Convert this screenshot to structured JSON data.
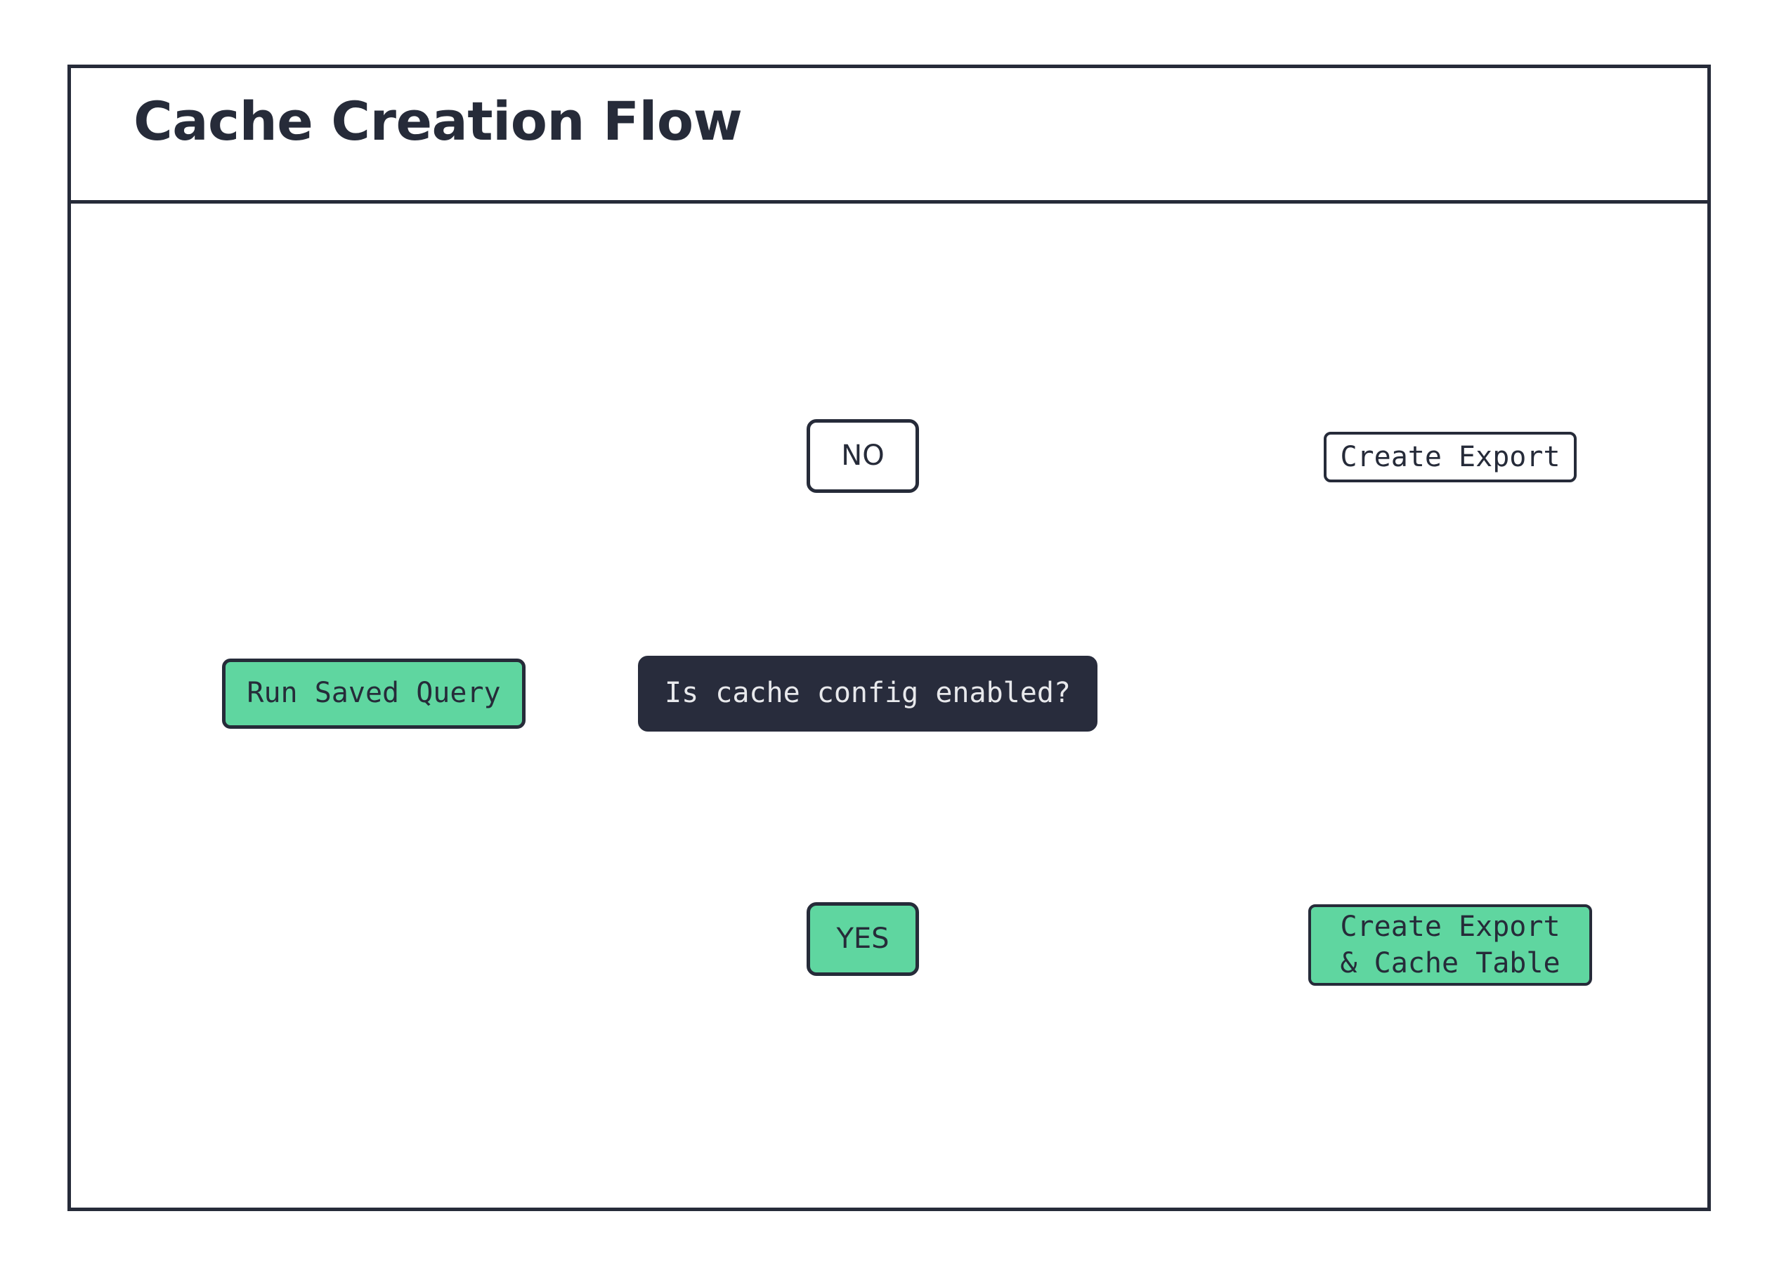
{
  "diagram": {
    "title": "Cache Creation Flow",
    "type": "flowchart",
    "colors": {
      "accent_green": "#5fd6a0",
      "dark_navy": "#282c3c",
      "stroke": "#262b39",
      "background": "#ffffff"
    },
    "nodes": [
      {
        "id": "start",
        "label": "Run Saved Query",
        "shape": "rounded-rect",
        "fill": "#5fd6a0",
        "text_color": "#262b39"
      },
      {
        "id": "decision",
        "label": "Is cache config enabled?",
        "shape": "rounded-rect",
        "fill": "#282c3c",
        "text_color": "#e8e9ec"
      },
      {
        "id": "branch_no",
        "label": "NO",
        "shape": "rounded-rect",
        "fill": "#ffffff",
        "text_color": "#262b39"
      },
      {
        "id": "branch_yes",
        "label": "YES",
        "shape": "rounded-rect",
        "fill": "#5fd6a0",
        "text_color": "#262b39"
      },
      {
        "id": "db_top",
        "label": "Create Export",
        "shape": "cylinder",
        "fill": "#ffffff",
        "text_color": "#262b39"
      },
      {
        "id": "db_bottom",
        "label": "Create Export\n& Cache Table",
        "shape": "cylinder",
        "fill": "#5fd6a0",
        "text_color": "#262b39"
      }
    ],
    "edges": [
      {
        "from": "start",
        "to": "decision",
        "label": ""
      },
      {
        "from": "decision",
        "to": "branch_no",
        "label": ""
      },
      {
        "from": "decision",
        "to": "branch_yes",
        "label": ""
      },
      {
        "from": "branch_no",
        "to": "db_top",
        "label": ""
      },
      {
        "from": "branch_yes",
        "to": "db_bottom",
        "label": ""
      }
    ],
    "labels": {
      "start": "Run Saved Query",
      "decision": "Is cache config enabled?",
      "no": "NO",
      "yes": "YES",
      "db_top": "Create Export",
      "db_bottom_line1": "Create Export",
      "db_bottom_line2": "& Cache Table"
    }
  }
}
